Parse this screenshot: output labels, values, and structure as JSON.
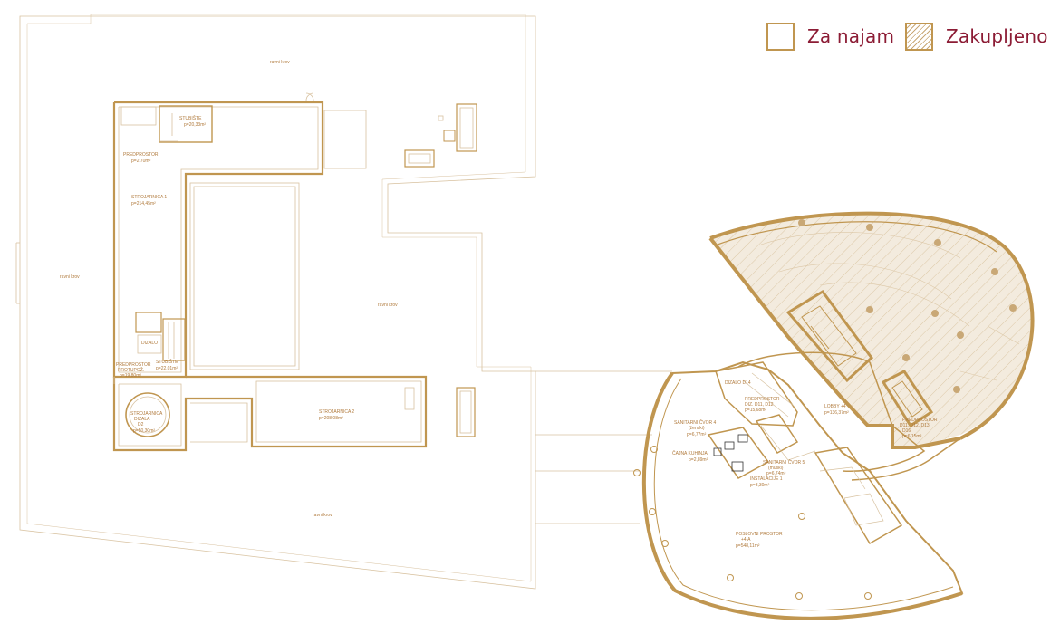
{
  "legend": {
    "rent_label": "Za najam",
    "leased_label": "Zakupljeno"
  },
  "colors": {
    "wall": "#c09650",
    "thin_line": "#d8c2a0",
    "leased_fill": "#f3ebde",
    "legend_text": "#8c1c35"
  },
  "left_plan": {
    "roof_top": "ravni krov",
    "roof_left": "ravni krov",
    "roof_center": "ravni krov",
    "roof_bottom": "ravni krov",
    "stair_top": "STUBIŠTE",
    "stair_top_area": "p=20,33m²",
    "predprostor_top": "PREDPROSTOR",
    "predprostor_top_area": "p=2,70m²",
    "strojarnica1": "STROJARNICA 1",
    "strojarnica1_area": "p=214,45m²",
    "dizalo": "DIZALO",
    "predprostor_mid": "PREDPROSTOR",
    "predprostor_mid_sub": "PROTUPOŽ.",
    "predprostor_mid_area": "p=19,80m²",
    "stair_mid": "STUBIŠTE",
    "stair_mid_area": "p=22,01m²",
    "strojarnica_dizala": "STROJARNICA",
    "strojarnica_dizala_sub": "DIZALA",
    "strojarnica_dizala_code": "D2",
    "strojarnica_dizala_area": "p=50,30m²",
    "strojarnica2": "STROJARNICA 2",
    "strojarnica2_area": "p=208,08m²"
  },
  "right_plan": {
    "lobby": "LOBBY +4",
    "lobby_area": "p=136,37m²",
    "dizalo": "DIZALO D14",
    "predprostor1": "PREDPROSTOR",
    "predprostor1_sub": "DIZ. D11, D12",
    "predprostor1_area": "p=15,68m²",
    "sanitarni1": "SANITARNI ČVOR 4",
    "sanitarni1_sub": "(ženski)",
    "sanitarni1_area": "p=6,77m²",
    "cajna": "ČAJNA KUHINJA",
    "cajna_area": "p=2,89m²",
    "sanitarni2": "SANITARNI ČVOR 5",
    "sanitarni2_sub": "(muški)",
    "sanitarni2_area": "p=6,74m²",
    "instalacije": "INSTALACIJE 1",
    "instalacije_area": "p=3,30m²",
    "predprostor2": "PREDPROSTOR",
    "predprostor2_sub": "D11, D12, D13",
    "predprostor2_code": "D16",
    "predprostor2_area": "p=6,15m²",
    "poslovni": "POSLOVNI PROSTOR",
    "poslovni_sub": "+4.A",
    "poslovni_area": "p=548,11m²"
  }
}
